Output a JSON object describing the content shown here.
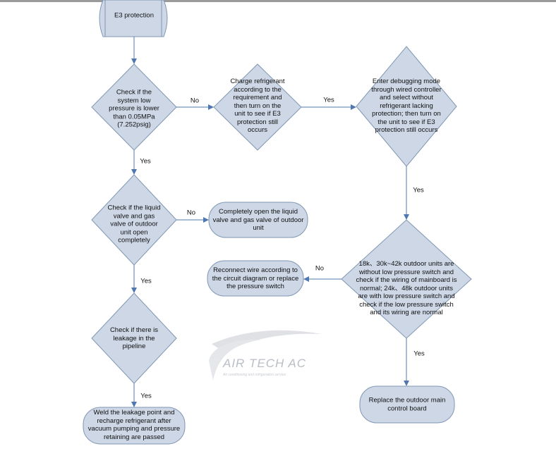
{
  "nodes": {
    "start": "E3 protection",
    "check_pressure": "Check if the system low pressure is lower than 0.05MPa (7.252psig)",
    "charge_refrigerant": "Charge refrigerant according to the requirement and then turn on the unit to see if E3 protection still occurs",
    "debug_mode": "Enter debugging mode through wired controller and select without refrigerant lacking protection; then turn on the unit to see if E3 protection still occurs",
    "check_valves": "Check if the liquid valve and gas valve of outdoor unit open completely",
    "open_valves": "Completely open the liquid valve and gas valve of outdoor unit",
    "check_leakage": "Check if there is leakage in the pipeline",
    "weld_leakage": "Weld the leakage point and recharge refrigerant after vacuum pumping and pressure retaining are passed",
    "check_switch": "18k、30k~42k outdoor units are without low pressure switch and check if the wiring of mainboard is normal; 24k、48k outdoor units are with low pressure switch and check if the low pressure switch and its wiring are normal",
    "reconnect_wire": "Reconnect wire according to the circuit diagram or replace the pressure switch",
    "replace_board": "Replace the outdoor main control board"
  },
  "edge_labels": {
    "pressure_to_charge": "No",
    "charge_to_debug": "Yes",
    "pressure_to_valves": "Yes",
    "valves_to_open": "No",
    "valves_to_leakage": "Yes",
    "leakage_to_weld": "Yes",
    "debug_to_switch": "Yes",
    "switch_to_reconnect": "No",
    "switch_to_replace": "Yes"
  },
  "watermark": {
    "title": "AIR TECH AC",
    "subtitle": "Air conditioning and refrigeration service"
  },
  "colors": {
    "shape_fill": "#cdd7e6",
    "shape_stroke": "#7f97b4",
    "connector": "#4f78b0"
  }
}
